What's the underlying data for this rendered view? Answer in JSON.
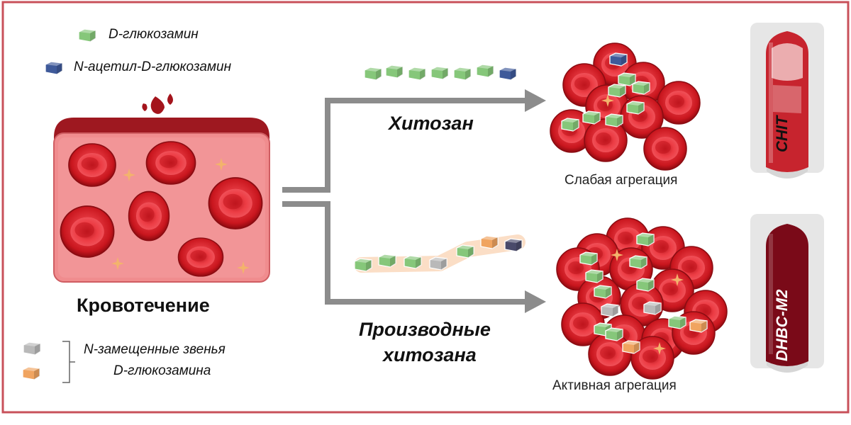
{
  "legend": {
    "glucosamine": "D-глюкозамин",
    "acetylglucosamine": "N-ацетил-D-глюкозамин",
    "substituted_line1": "N-замещенные звенья",
    "substituted_line2": "D-глюкозамина"
  },
  "bleeding_label": "Кровотечение",
  "chitosan": {
    "label": "Хитозан",
    "result": "Слабая агрегация",
    "tube_label": "CHIT"
  },
  "derivatives": {
    "label_line1": "Производные",
    "label_line2": "хитозана",
    "result": "Активная агрегация",
    "tube_label": "DHBC-M2"
  },
  "colors": {
    "frame": "#c8505a",
    "glucosamine": "#86c77a",
    "acetylglucosamine": "#3f5a9a",
    "substituted_gray": "#b9b9b9",
    "substituted_orange": "#f0a460",
    "rbc": "#d3202a",
    "arrow": "#8c8c8c",
    "vessel": "#f08c8e"
  }
}
